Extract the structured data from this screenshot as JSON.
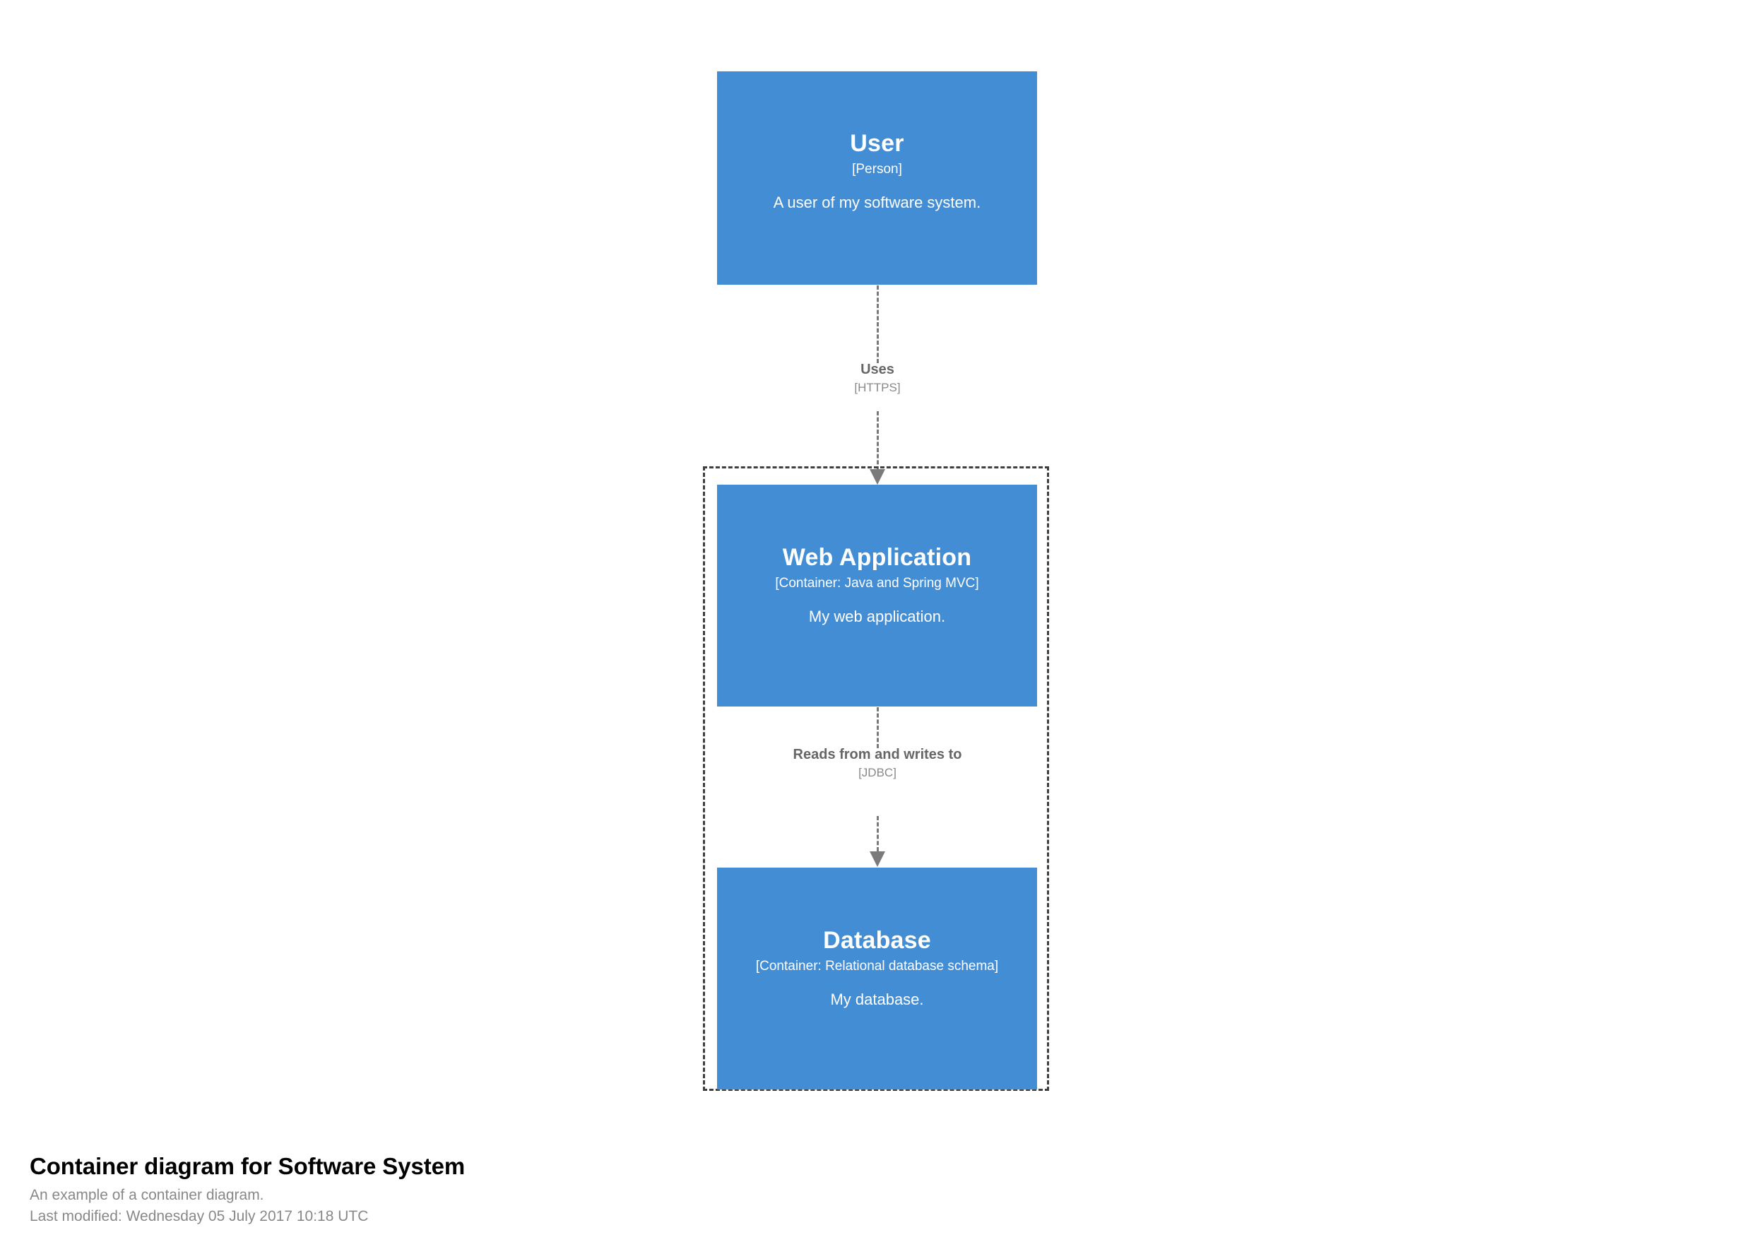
{
  "diagram": {
    "type": "c4-container-diagram",
    "accent_color": "#438dd5",
    "boundary_color": "#3f3f3f",
    "relationship_color": "#7a7a7a",
    "relationship_label_color": "#666666",
    "relationship_tech_color": "#888888"
  },
  "elements": {
    "user": {
      "name": "User",
      "meta": "[Person]",
      "description": "A user of my software system."
    },
    "web_application": {
      "name": "Web Application",
      "meta": "[Container: Java and Spring MVC]",
      "description": "My web application."
    },
    "database": {
      "name": "Database",
      "meta": "[Container: Relational database schema]",
      "description": "My database."
    }
  },
  "relationships": [
    {
      "from": "User",
      "to": "Web Application",
      "description": "Uses",
      "technology": "[HTTPS]"
    },
    {
      "from": "Web Application",
      "to": "Database",
      "description": "Reads from and writes to",
      "technology": "[JDBC]"
    }
  ],
  "caption": {
    "title": "Container diagram for Software System",
    "subtitle": "An example of a container diagram.",
    "last_modified": "Last modified: Wednesday 05 July 2017 10:18 UTC"
  }
}
